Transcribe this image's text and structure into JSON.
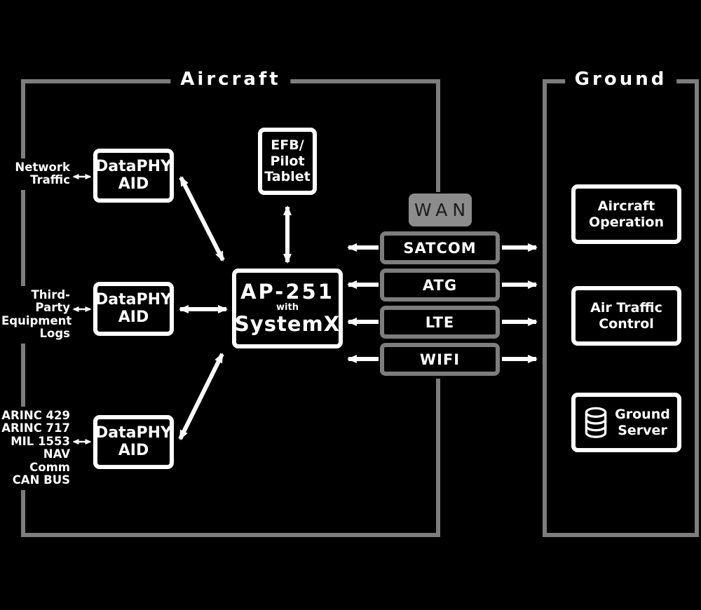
{
  "zones": {
    "aircraft": {
      "title": "Aircraft"
    },
    "ground": {
      "title": "Ground"
    }
  },
  "aircraft": {
    "io_labels": {
      "network": "Network\nTraffic",
      "third_party": "Third-Party\nEquipment\nLogs",
      "buses": "ARINC 429\nARINC 717\nMIL 1553\nNAV Comm\nCAN BUS"
    },
    "dataphy_label": "DataPHY\nAID",
    "efb_label": "EFB/\nPilot\nTablet",
    "gateway": {
      "model": "AP-251",
      "conjunction": "with",
      "system": "SystemX"
    }
  },
  "wan": {
    "label": "WAN",
    "links": [
      "SATCOM",
      "ATG",
      "LTE",
      "WIFI"
    ]
  },
  "ground": {
    "nodes": {
      "operation": "Aircraft\nOperation",
      "atc": "Air Traffic\nControl",
      "server": "Ground\nServer"
    },
    "server_icon": "database-icon"
  },
  "colors": {
    "background": "#000000",
    "frame_gray": "#7d7d7d",
    "node_white": "#ffffff",
    "wan_fill": "#8c8c8c",
    "wan_text": "#1c1c1c"
  }
}
